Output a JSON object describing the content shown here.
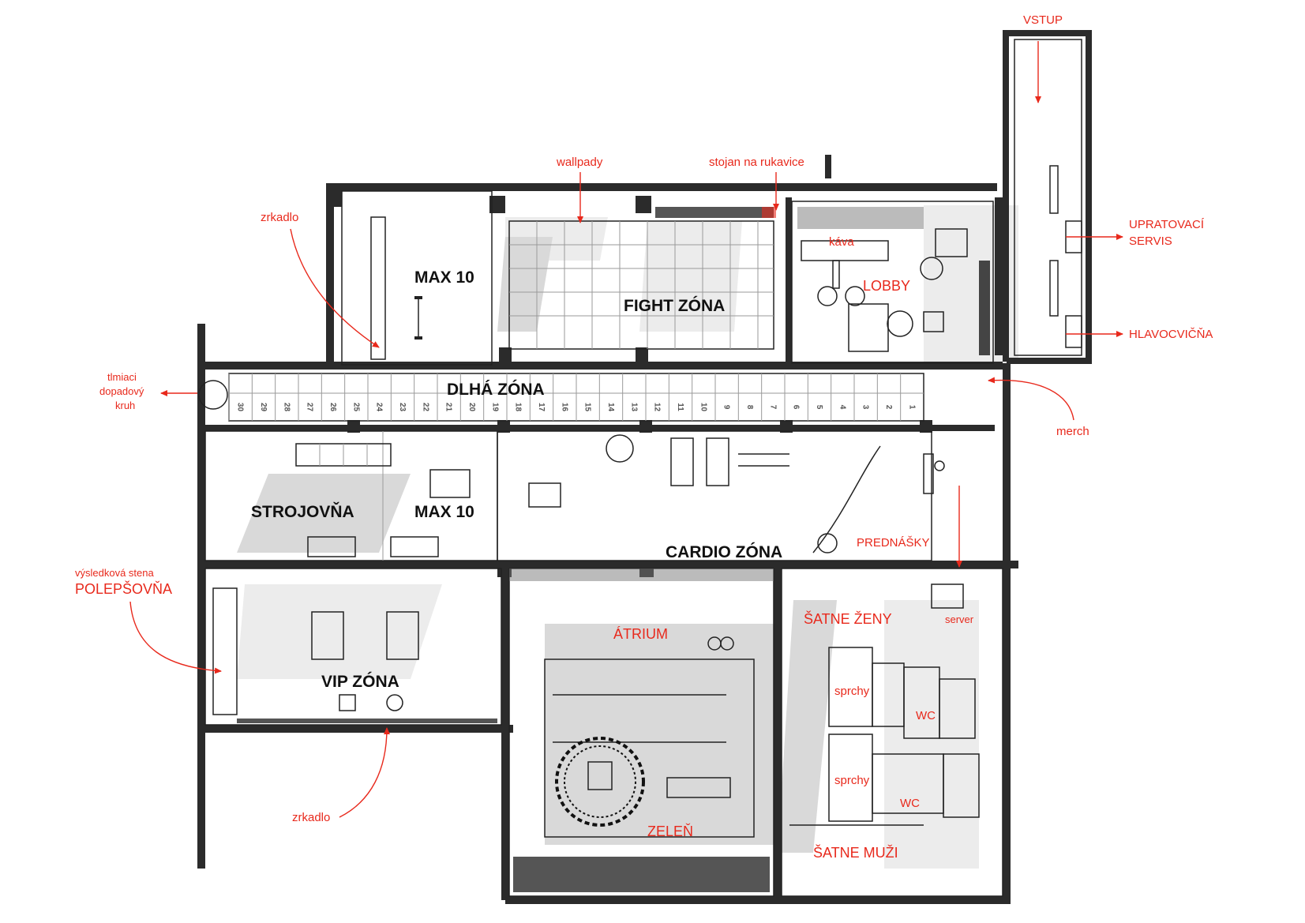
{
  "colors": {
    "annotation": "#e8291c",
    "wall": "#2b2b2b",
    "label": "#111111"
  },
  "zones": {
    "max10_top": "MAX 10",
    "fight": "FIGHT ZÓNA",
    "dlha": "DLHÁ  ZÓNA",
    "strojovna": "STROJOVŇA",
    "max10_bottom": "MAX 10",
    "cardio": "CARDIO ZÓNA",
    "vip": "VIP ZÓNA"
  },
  "rooms": {
    "lobby": "LOBBY",
    "kava": "káva",
    "atrium": "ÁTRIUM",
    "zelen": "ZELEŇ",
    "satne_zeny": "ŠATNE ŽENY",
    "satne_muzi": "ŠATNE MUŽI",
    "sprchy_1": "sprchy",
    "sprchy_2": "sprchy",
    "wc_1": "WC",
    "wc_2": "WC",
    "server": "server",
    "prednasky": "PREDNÁŠKY"
  },
  "annotations": {
    "vstup": "VSTUP",
    "wallpady": "wallpady",
    "stojan": "stojan na  rukavice",
    "zrkadlo_top": "zrkadlo",
    "upratovaci_1": "UPRATOVACÍ",
    "upratovaci_2": "SERVIS",
    "hlavocvicna": "HLAVOCVIČŇA",
    "tlmiaci_1": "tlmiaci",
    "tlmiaci_2": "dopadový",
    "tlmiaci_3": "kruh",
    "merch": "merch",
    "vysledkova": "výsledková stena",
    "polepsovna": "POLEPŠOVŇA",
    "zrkadlo_bottom": "zrkadlo"
  },
  "track_numbers": [
    "30",
    "29",
    "28",
    "27",
    "26",
    "25",
    "24",
    "23",
    "22",
    "21",
    "20",
    "19",
    "18",
    "17",
    "16",
    "15",
    "14",
    "13",
    "12",
    "11",
    "10",
    "9",
    "8",
    "7",
    "6",
    "5",
    "4",
    "3",
    "2",
    "1"
  ]
}
